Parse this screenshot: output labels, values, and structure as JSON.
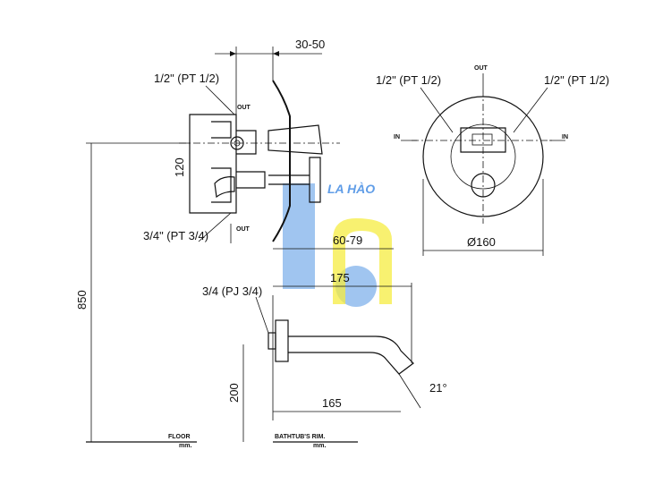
{
  "dimensions": {
    "wall_depth": "30-50",
    "height_120": "120",
    "depth_60_79": "60-79",
    "spout_175": "175",
    "spout_165": "165",
    "height_200": "200",
    "height_850": "850",
    "diameter": "Ø160",
    "angle": "21°"
  },
  "connections": {
    "half_inch_top_left": "1/2\" (PT 1/2)",
    "three_quarter_bottom": "3/4\" (PT 3/4)",
    "spout_inlet": "3/4 (PJ 3/4)",
    "front_left": "1/2\" (PT 1/2)",
    "front_right": "1/2\" (PT 1/2)"
  },
  "labels": {
    "out": "OUT",
    "in": "IN",
    "floor": "FLOOR",
    "floor_unit": "mm.",
    "rim": "BATHTUB'S RIM.",
    "rim_unit": "mm.",
    "brand_watermark": "LA HÀO"
  },
  "colors": {
    "line": "#111111",
    "watermark_blue": "#2b7de0",
    "watermark_yellow": "#f2e600"
  }
}
